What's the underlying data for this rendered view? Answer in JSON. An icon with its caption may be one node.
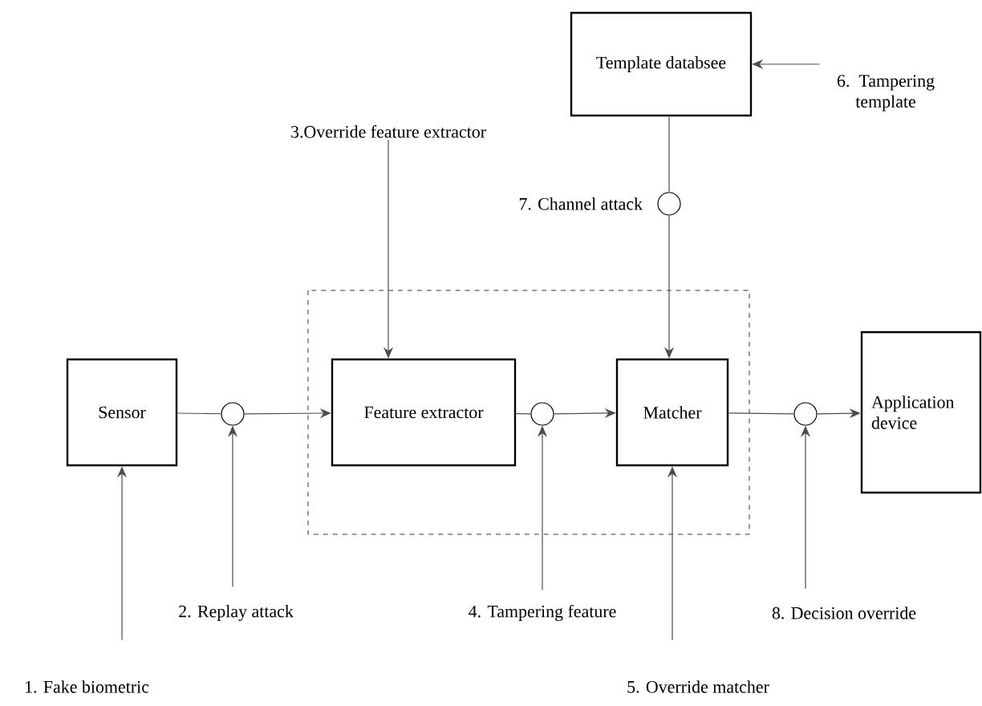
{
  "diagram": {
    "nodes": [
      {
        "text": [
          "Template databsee"
        ]
      },
      {
        "text": [
          "6. Tampering template"
        ]
      },
      {
        "text": [
          "3.Override feature extractor"
        ]
      },
      {
        "text": [],
        "shape": "circle",
        "beside": [
          "7. Channel attack"
        ]
      },
      {
        "text": [
          "Sensor"
        ]
      },
      {
        "text": [],
        "shape": "circle"
      },
      {
        "text": [
          "Feature extractor"
        ]
      },
      {
        "text": [],
        "shape": "circle"
      },
      {
        "text": [
          "Matcher"
        ]
      },
      {
        "text": [],
        "shape": "circle"
      },
      {
        "text": [
          "Application device"
        ]
      },
      {
        "text": [
          "2. Replay attack"
        ]
      },
      {
        "text": [
          "4. Tampering feature"
        ]
      },
      {
        "text": [
          "8. Decision override"
        ]
      },
      {
        "text": [
          "1. Fake biometric"
        ]
      },
      {
        "text": [
          "5. Override matcher"
        ]
      }
    ],
    "edges": [
      {
        "from": 4,
        "to": 5,
        "arrow": "none"
      },
      {
        "from": 5,
        "to": 6,
        "arrow": "to"
      },
      {
        "from": 6,
        "to": 7,
        "arrow": "none"
      },
      {
        "from": 7,
        "to": 8,
        "arrow": "to"
      },
      {
        "from": 8,
        "to": 9,
        "arrow": "none"
      },
      {
        "from": 9,
        "to": 10,
        "arrow": "to"
      },
      {
        "from": 0,
        "to": 3,
        "arrow": "none"
      },
      {
        "from": 3,
        "to": 8,
        "arrow": "to"
      },
      {
        "from": 1,
        "to": 0,
        "arrow": "to"
      },
      {
        "from": 2,
        "to": 6,
        "arrow": "to"
      },
      {
        "from": 11,
        "to": 5,
        "arrow": "to"
      },
      {
        "from": 12,
        "to": 7,
        "arrow": "to"
      },
      {
        "from": 13,
        "to": 9,
        "arrow": "to"
      },
      {
        "from": 14,
        "to": 4,
        "arrow": "to"
      },
      {
        "from": 15,
        "to": 8,
        "arrow": "to"
      }
    ]
  }
}
